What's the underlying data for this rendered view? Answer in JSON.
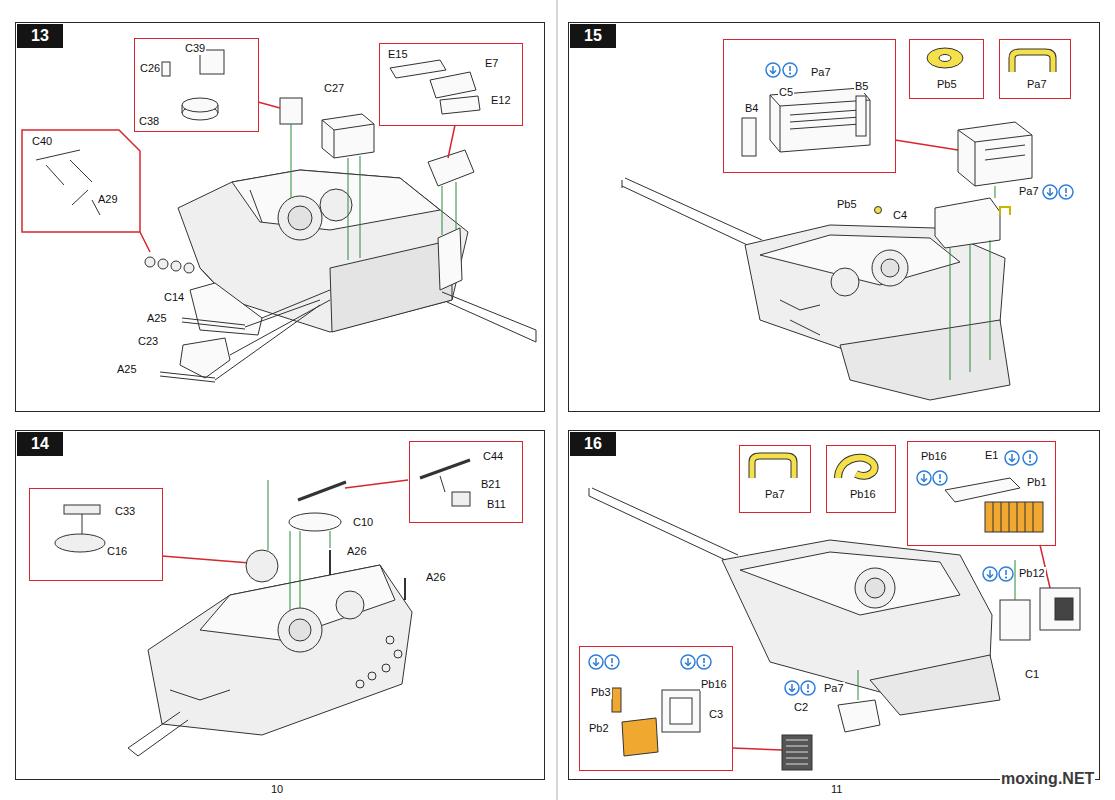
{
  "diagram": {
    "nodes": [
      {
        "text": [
          "13"
        ]
      },
      {
        "text": [
          "C39",
          "C26",
          "C38"
        ],
        "in": 0
      },
      {
        "text": [
          "E15",
          "E7",
          "E12"
        ],
        "in": 0
      },
      {
        "text": [
          "C40",
          "A29"
        ],
        "in": 0
      },
      {
        "text": [
          "14"
        ]
      },
      {
        "text": [
          "C33",
          "C16"
        ],
        "in": 4
      },
      {
        "text": [
          "C44",
          "B21",
          "B11"
        ],
        "in": 4
      },
      {
        "text": [
          "15"
        ]
      },
      {
        "text": [
          "Pa7",
          "B5",
          "C5",
          "B4"
        ],
        "in": 7
      },
      {
        "text": [
          "Pb5"
        ],
        "in": 7
      },
      {
        "text": [
          "Pa7"
        ],
        "in": 7
      },
      {
        "text": [
          "16"
        ]
      },
      {
        "text": [
          "Pa7"
        ],
        "in": 11
      },
      {
        "text": [
          "Pb16"
        ],
        "in": 11
      },
      {
        "text": [
          "Pb16",
          "E1",
          "Pb1"
        ],
        "in": 11
      },
      {
        "text": [
          "Pb3",
          "Pb16",
          "Pb2",
          "C3"
        ],
        "in": 11
      }
    ],
    "labels": [
      "C27",
      "C14",
      "A25",
      "C23",
      "A25",
      "C10",
      "A26",
      "A26",
      "Pb5",
      "Pa7",
      "C4",
      "Pb12",
      "C1",
      "Pa7",
      "C2",
      "10",
      "11",
      "moxing.NET"
    ]
  }
}
